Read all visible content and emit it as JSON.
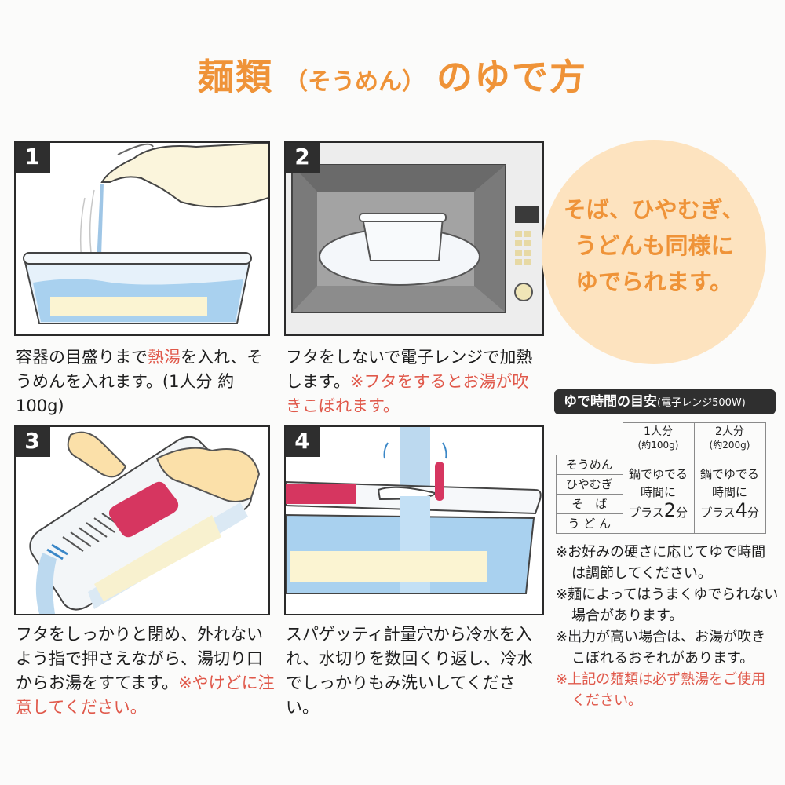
{
  "title": {
    "main": "麺類",
    "sub": "（そうめん）",
    "rest": "のゆで方"
  },
  "steps": [
    {
      "num": "1",
      "text_a": "容器の目盛りまで",
      "text_red": "熱湯",
      "text_b": "を入れ、そうめんを入れます。(1人分 約100g)"
    },
    {
      "num": "2",
      "text": "フタをしないで電子レンジで加熱します。",
      "text_red": "※フタをするとお湯が吹きこぼれます。"
    },
    {
      "num": "3",
      "text": "フタをしっかりと閉め、外れないよう指で押さえながら、湯切り口からお湯をすてます。",
      "text_red": "※やけどに注意してください。"
    },
    {
      "num": "4",
      "text": "スパゲッティ計量穴から冷水を入れ、水切りを数回くり返し、冷水でしっかりもみ洗いしてください。"
    }
  ],
  "circle": {
    "line1": "そば、ひやむぎ、",
    "line2": "うどんも同様に",
    "line3": "ゆでられます。"
  },
  "timetable": {
    "title": "ゆで時間の目安",
    "title_small": "(電子レンジ500W)",
    "col1_head": "1人分",
    "col1_sub": "(約100g)",
    "col2_head": "2人分",
    "col2_sub": "(約200g)",
    "rows": [
      "そうめん",
      "ひやむぎ",
      "そ　ば",
      "う ど ん"
    ],
    "col1_line1": "鍋でゆでる",
    "col1_line2": "時間に",
    "col1_plus": "プラス",
    "col1_num": "2",
    "col1_unit": "分",
    "col2_line1": "鍋でゆでる",
    "col2_line2": "時間に",
    "col2_plus": "プラス",
    "col2_num": "4",
    "col2_unit": "分"
  },
  "notes": [
    "※お好みの硬さに応じてゆで時間は調節してください。",
    "※麺によってはうまくゆでられない場合があります。",
    "※出力が高い場合は、お湯が吹きこぼれるおそれがあります。"
  ],
  "note_red": "※上記の麺類は必ず熱湯をご使用ください。"
}
